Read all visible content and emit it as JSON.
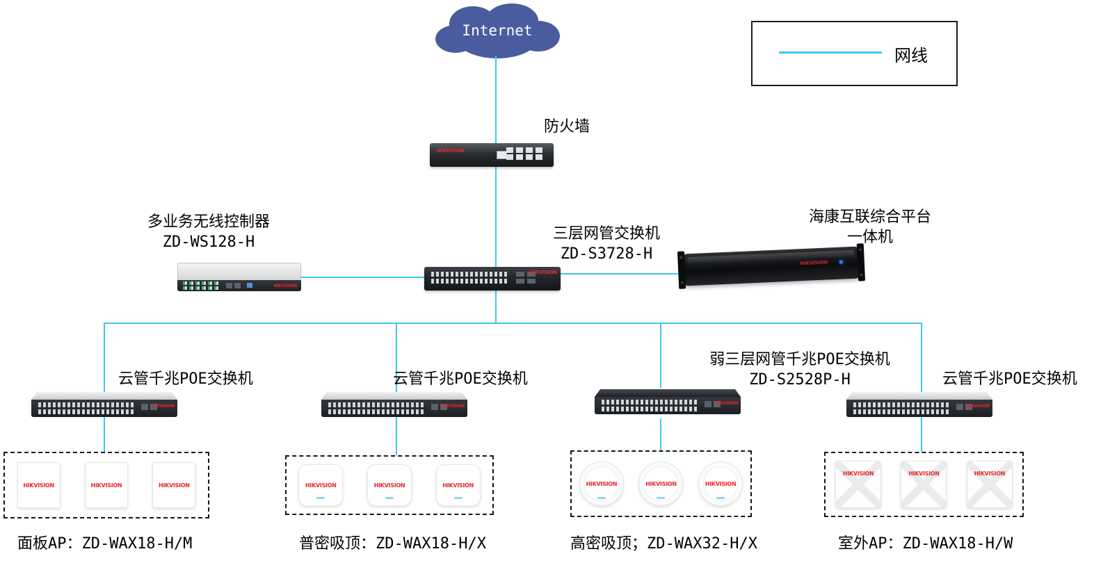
{
  "brand": "HIKVISION",
  "colors": {
    "cable": "#3cc7f2",
    "cloud": "#4a5c9f",
    "brand_red": "#e8262a"
  },
  "legend": {
    "label": "网线"
  },
  "internet": {
    "label": "Internet"
  },
  "firewall": {
    "label": "防火墙"
  },
  "controller": {
    "name": "多业务无线控制器",
    "model": "ZD-WS128-H"
  },
  "core_switch": {
    "name": "三层网管交换机",
    "model": "ZD-S3728-H"
  },
  "platform_server": {
    "name": "海康互联综合平台",
    "name2": "一体机"
  },
  "branches": [
    {
      "switch_name": "云管千兆POE交换机",
      "ap_caption": "面板AP：ZD-WAX18-H/M"
    },
    {
      "switch_name": "云管千兆POE交换机",
      "ap_caption": "普密吸顶：ZD-WAX18-H/X"
    },
    {
      "switch_name": "弱三层网管千兆POE交换机",
      "switch_model": "ZD-S2528P-H",
      "ap_caption": "高密吸顶；ZD-WAX32-H/X"
    },
    {
      "switch_name": "云管千兆POE交换机",
      "ap_caption": "室外AP：ZD-WAX18-H/W"
    }
  ]
}
